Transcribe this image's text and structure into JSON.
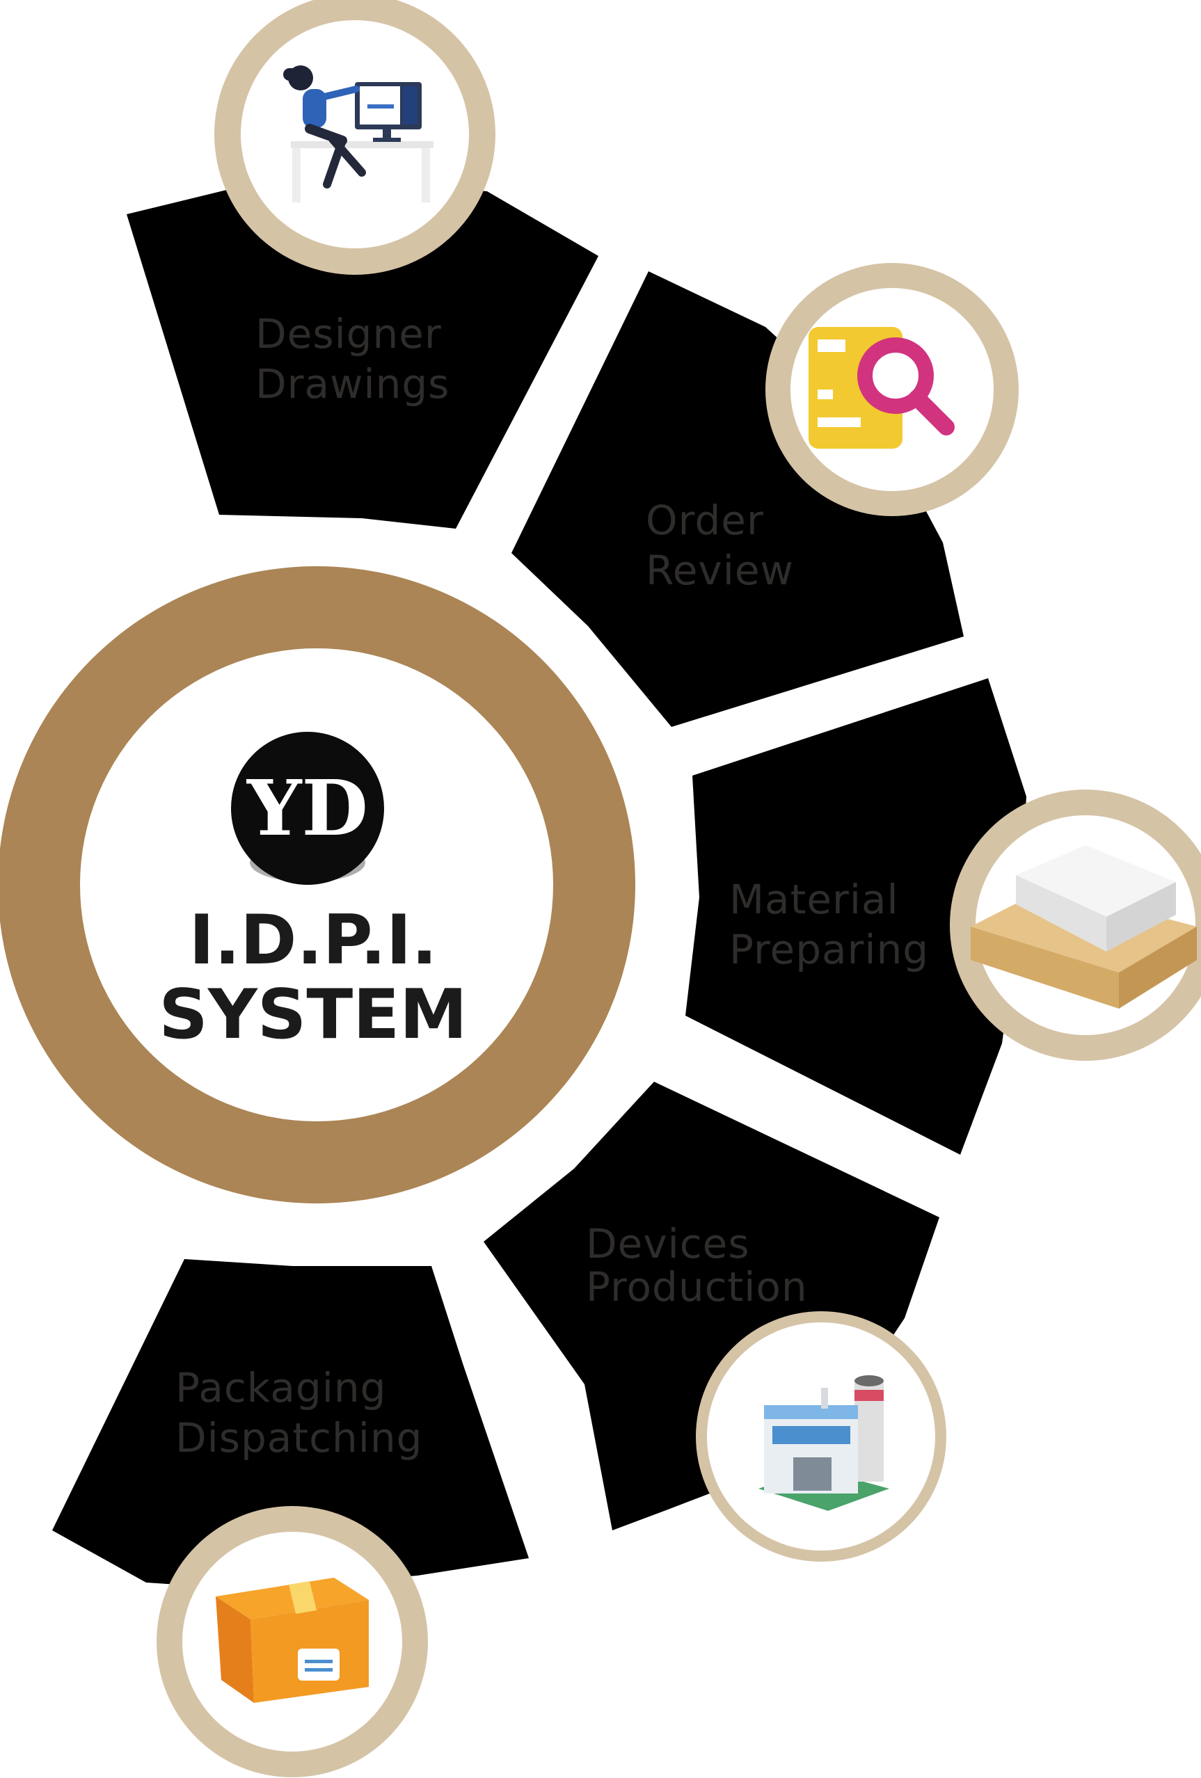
{
  "colors": {
    "segment": "#d5c3a6",
    "ring": "#ab8555",
    "icon_ring": "#d5c3a6",
    "text": "#2f2d2b"
  },
  "center": {
    "logo_text": "YD",
    "title_line1": "I.D.P.I.",
    "title_line2": "SYSTEM"
  },
  "stages": [
    {
      "line1": "Designer",
      "line2": "Drawings",
      "icon": "designer-at-computer-icon"
    },
    {
      "line1": "Order",
      "line2": "Review",
      "icon": "document-magnifier-icon"
    },
    {
      "line1": "Material",
      "line2": "Preparing",
      "icon": "board-materials-icon"
    },
    {
      "line1": "Devices",
      "line2": "Production",
      "icon": "factory-icon"
    },
    {
      "line1": "Packaging",
      "line2": "Dispatching",
      "icon": "cardboard-box-icon"
    }
  ]
}
